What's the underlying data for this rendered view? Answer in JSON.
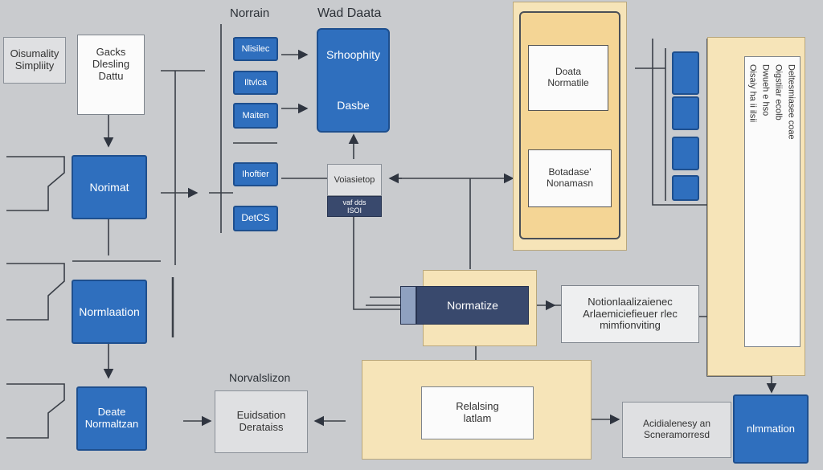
{
  "header": {
    "left_title": "Norrain",
    "right_title": "Wad Daata"
  },
  "left_column": {
    "simplicity_label": "Oisumality Simpliity",
    "card_lines": [
      "Gacks",
      "Dlesling",
      "Dattu"
    ],
    "normal_box": "Norimat",
    "normalation_box": "Normlaation",
    "bottom_box": [
      "Deate",
      "Normaltzan"
    ]
  },
  "small_blue_boxes": [
    "Nlisilec",
    "Iltvlca",
    "Maiten",
    "Ihoftier",
    "DetCS"
  ],
  "big_blue": {
    "title": "Srhoophity",
    "subtitle": "Dasbe"
  },
  "center_node": {
    "top": "Voiasietop",
    "bottom": [
      "vaf dds",
      "ISOI"
    ]
  },
  "yellow_panel": {
    "top_card": [
      "Doata",
      "Normatile"
    ],
    "bottom_card": [
      "Botadase'",
      "Nonamasn"
    ]
  },
  "normatize_box": "Normatize",
  "note_box": [
    "Notionlaalizaienec",
    "Arlaemiciefieuer rlec",
    "mimfionviting"
  ],
  "norwalsizon_label": "Norvalslizon",
  "eualsation_box": [
    "Euidsation",
    "Derataiss"
  ],
  "relalsing_box": [
    "Relalsing",
    "latlam"
  ],
  "acidiale_box": [
    "Acidialenesy an",
    "Scneramorresd"
  ],
  "right_blue_box": "nlmmation",
  "right_panel": {
    "tall_texts": [
      "Oisaiy ha ii ilsii",
      "Dwueh e hso",
      "Oigstiiar ecolb",
      "Deltesmiasee coae"
    ]
  },
  "colors": {
    "blue": "#2f6fbe",
    "navy": "#39496d",
    "yellow": "#f4d595",
    "cream": "#f6e4b8",
    "background": "#c9cbce"
  }
}
